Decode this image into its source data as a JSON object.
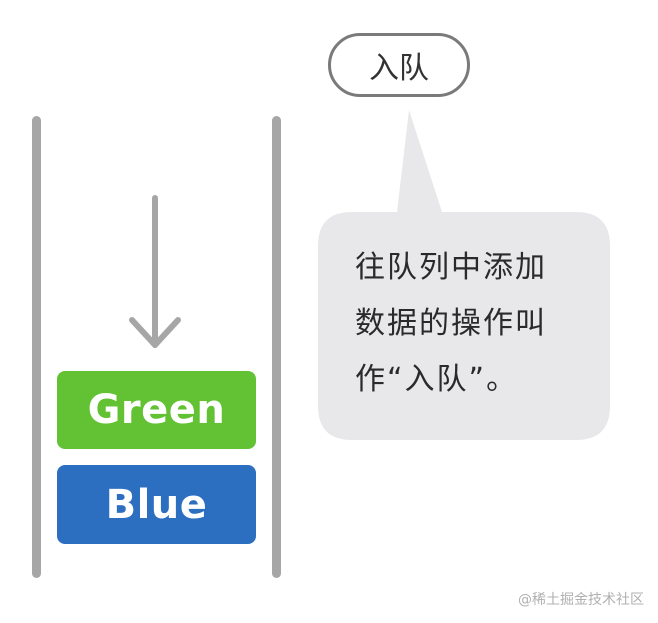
{
  "diagram": {
    "pill_label": "入队",
    "bubble_text": "往队列中添加\n数据的操作叫\n作“入队”。",
    "blocks": [
      {
        "label": "Green",
        "color": "#62c233"
      },
      {
        "label": "Blue",
        "color": "#2c6fc1"
      }
    ],
    "wall_color": "#a6a6a6",
    "arrow_color": "#a6a6a6",
    "bubble_color": "#e8e8ea",
    "watermark": "@稀土掘金技术社区"
  }
}
